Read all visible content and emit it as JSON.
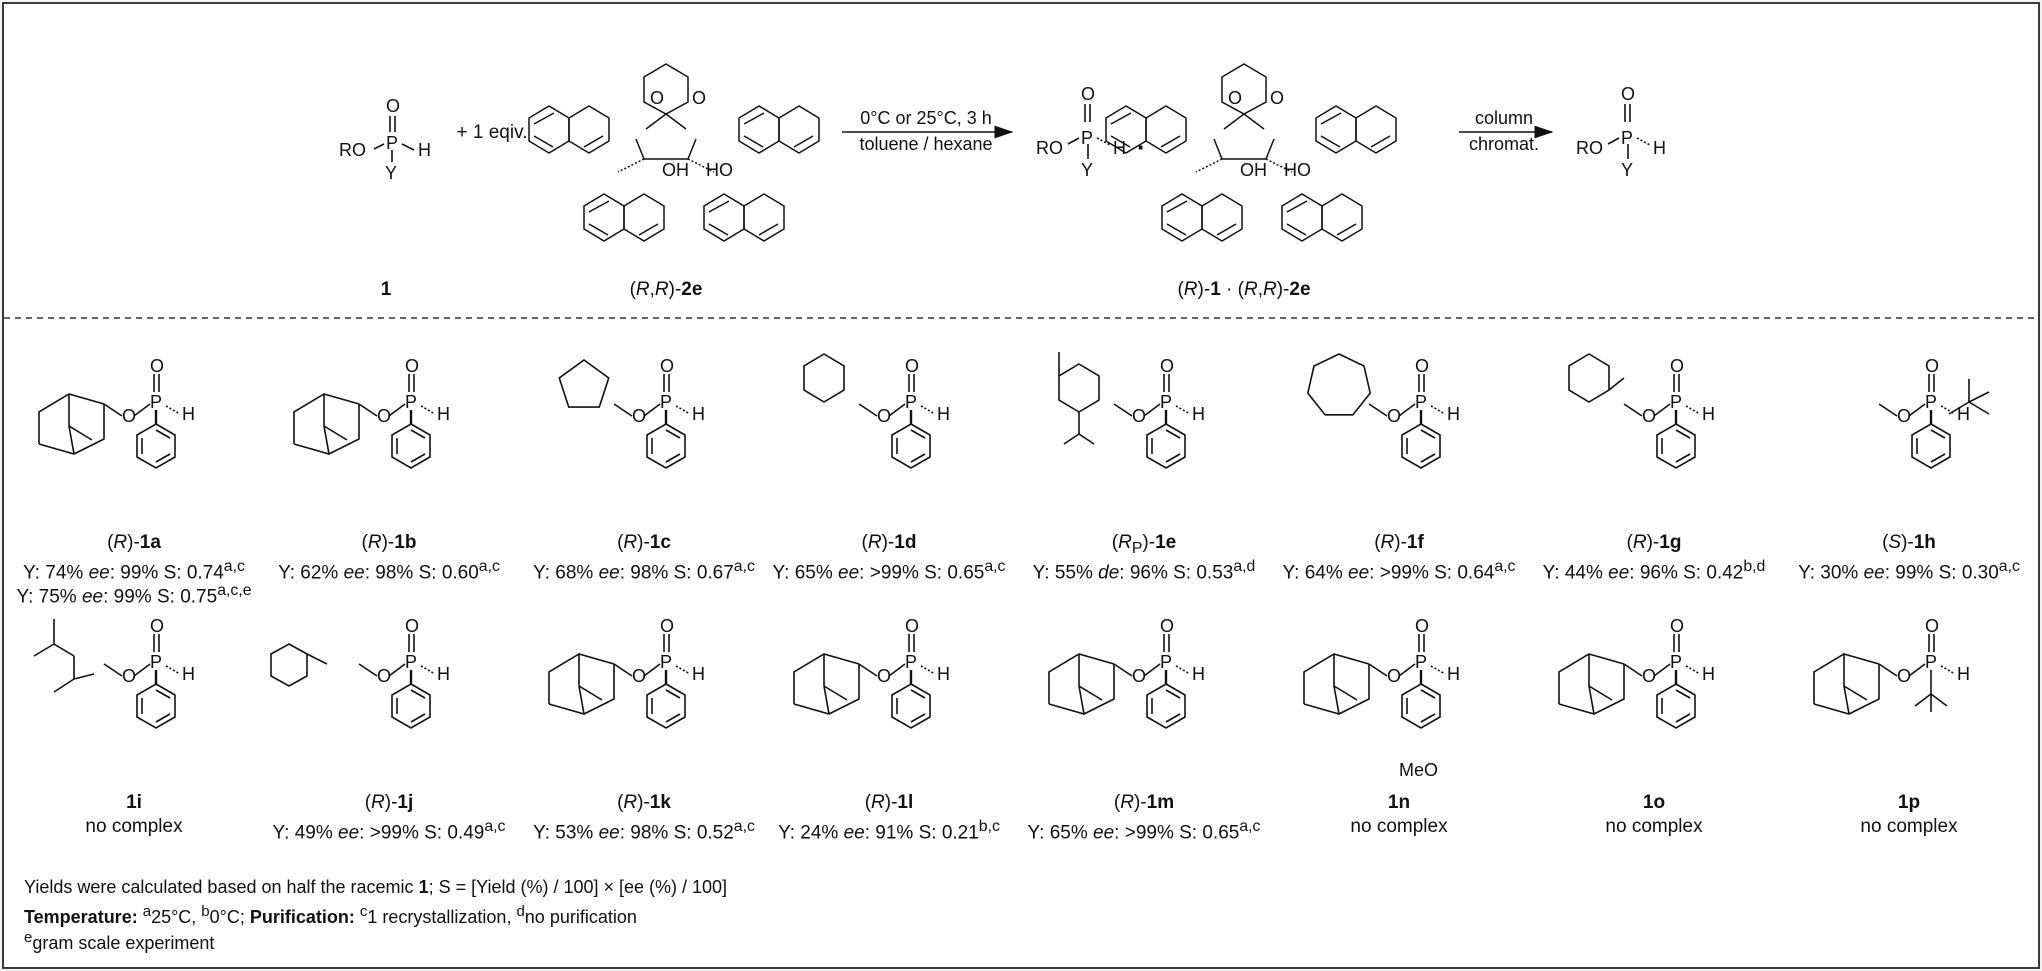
{
  "scheme": {
    "reactant_label": "1",
    "plus_text": "+ 1 eqiv.",
    "conditions_line1": "0°C or 25°C, 3 h",
    "conditions_line2": "toluene / hexane",
    "column_line1": "column",
    "column_line2": "chromat.",
    "complex_dot": "·",
    "atoms": {
      "RO": "RO",
      "P": "P",
      "O": "O",
      "H": "H",
      "Y": "Y",
      "OH": "OH",
      "HO": "HO"
    }
  },
  "labels": {
    "selector": [
      "(",
      "R",
      ",",
      "R",
      ")-",
      "2e"
    ],
    "complex": [
      "(",
      "R",
      ")-",
      "1",
      " · (",
      "R",
      ",",
      "R",
      ")-",
      "2e"
    ]
  },
  "products_row1": [
    {
      "name": [
        "(",
        "R",
        ")-",
        "1a"
      ],
      "result": "Y: 74% ee: 99% S: 0.74",
      "sup": "a,c",
      "result2": "Y: 75% ee: 99% S: 0.75",
      "sup2": "a,c,e"
    },
    {
      "name": [
        "(",
        "R",
        ")-",
        "1b"
      ],
      "result": "Y: 62% ee: 98% S: 0.60",
      "sup": "a,c"
    },
    {
      "name": [
        "(",
        "R",
        ")-",
        "1c"
      ],
      "result": "Y: 68% ee: 98% S: 0.67",
      "sup": "a,c"
    },
    {
      "name": [
        "(",
        "R",
        ")-",
        "1d"
      ],
      "result": "Y: 65% ee: >99% S: 0.65",
      "sup": "a,c"
    },
    {
      "name": [
        "(",
        "RP",
        ")-",
        "1e"
      ],
      "result": "Y: 55% de: 96% S: 0.53",
      "sup": "a,d"
    },
    {
      "name": [
        "(",
        "R",
        ")-",
        "1f"
      ],
      "result": "Y: 64% ee: >99% S: 0.64",
      "sup": "a,c"
    },
    {
      "name": [
        "(",
        "R",
        ")-",
        "1g"
      ],
      "result": "Y: 44% ee: 96% S: 0.42",
      "sup": "b,d"
    },
    {
      "name": [
        "(",
        "S",
        ")-",
        "1h"
      ],
      "result": "Y: 30% ee: 99% S: 0.30",
      "sup": "a,c"
    }
  ],
  "products_row2": [
    {
      "name": [
        "",
        "",
        "",
        "1i"
      ],
      "result": "no complex"
    },
    {
      "name": [
        "(",
        "R",
        ")-",
        "1j"
      ],
      "result": "Y: 49% ee: >99% S: 0.49",
      "sup": "a,c"
    },
    {
      "name": [
        "(",
        "R",
        ")-",
        "1k"
      ],
      "result": "Y: 53% ee: 98% S: 0.52",
      "sup": "a,c"
    },
    {
      "name": [
        "(",
        "R",
        ")-",
        "1l"
      ],
      "result": "Y: 24% ee: 91% S: 0.21",
      "sup": "b,c"
    },
    {
      "name": [
        "(",
        "R",
        ")-",
        "1m"
      ],
      "result": "Y: 65% ee: >99% S: 0.65",
      "sup": "a,c"
    },
    {
      "name": [
        "",
        "",
        "",
        "1n"
      ],
      "result": "no complex"
    },
    {
      "name": [
        "",
        "",
        "",
        "1o"
      ],
      "result": "no complex"
    },
    {
      "name": [
        "",
        "",
        "",
        "1p"
      ],
      "result": "no complex"
    }
  ],
  "footnotes": {
    "line1_a": "Yields were calculated based on half the racemic ",
    "line1_b": "1",
    "line1_c": "; S = [Yield (%) / 100] × [ee (%) / 100]",
    "temp_label": "Temperature:",
    "temp_a": "a",
    "temp_a_text": "25°C, ",
    "temp_b": "b",
    "temp_b_text": "0°C; ",
    "purif_label": "Purification:",
    "purif_c": "c",
    "purif_c_text": "1 recrystallization, ",
    "purif_d": "d",
    "purif_d_text": "no purification",
    "gram_e": "e",
    "gram_text": "gram scale experiment"
  },
  "atom_labels_row": {
    "MeO": "MeO"
  }
}
